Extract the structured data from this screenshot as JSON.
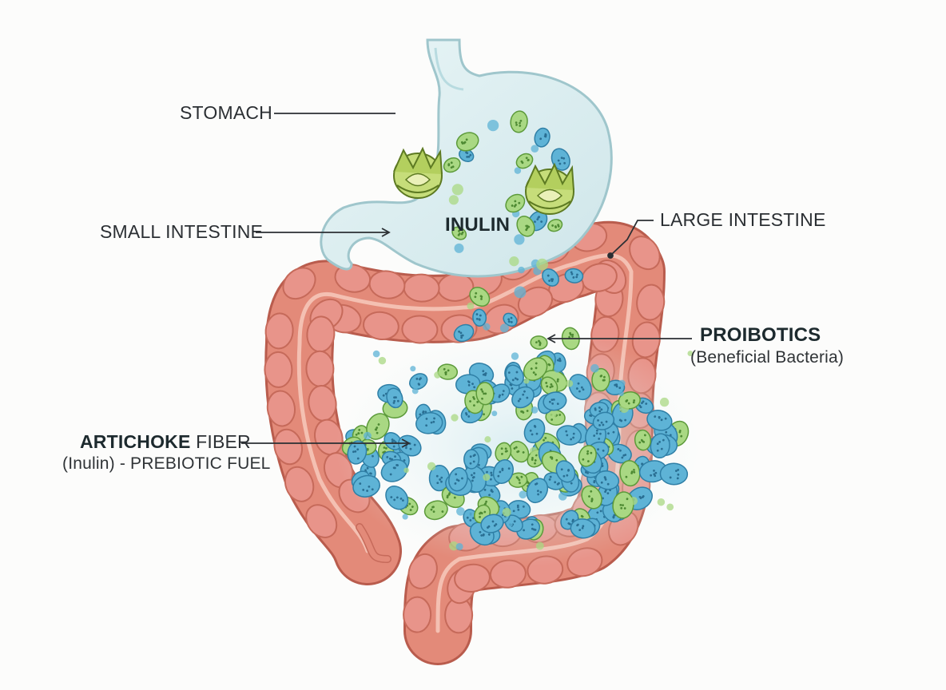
{
  "labels": {
    "stomach": "STOMACH",
    "small_intestine": "SMALL INTESTINE",
    "inulin": "INULIN",
    "large_intestine": "LARGE INTESTINE",
    "probiotics_title": "PROIBOTICS",
    "probiotics_sub": "(Beneficial Bacteria)",
    "fiber_bold": "ARTICHOKE",
    "fiber_rest": " FIBER",
    "fiber_sub": "(Inulin) - PREBIOTIC FUEL"
  },
  "colors": {
    "stomach_fill": "#d9eef0",
    "stomach_stroke": "#9fc6cc",
    "intestine_fill": "#e38a79",
    "intestine_stroke": "#b95c4d",
    "intestine_highlight": "#f3b3a4",
    "bacteria_blue": "#5eb3d6",
    "bacteria_green": "#a9d883",
    "artichoke": "#a8c85a",
    "leader_line": "#2b2f33"
  },
  "icons": [
    "artichoke-icon",
    "bacteria-icon"
  ]
}
